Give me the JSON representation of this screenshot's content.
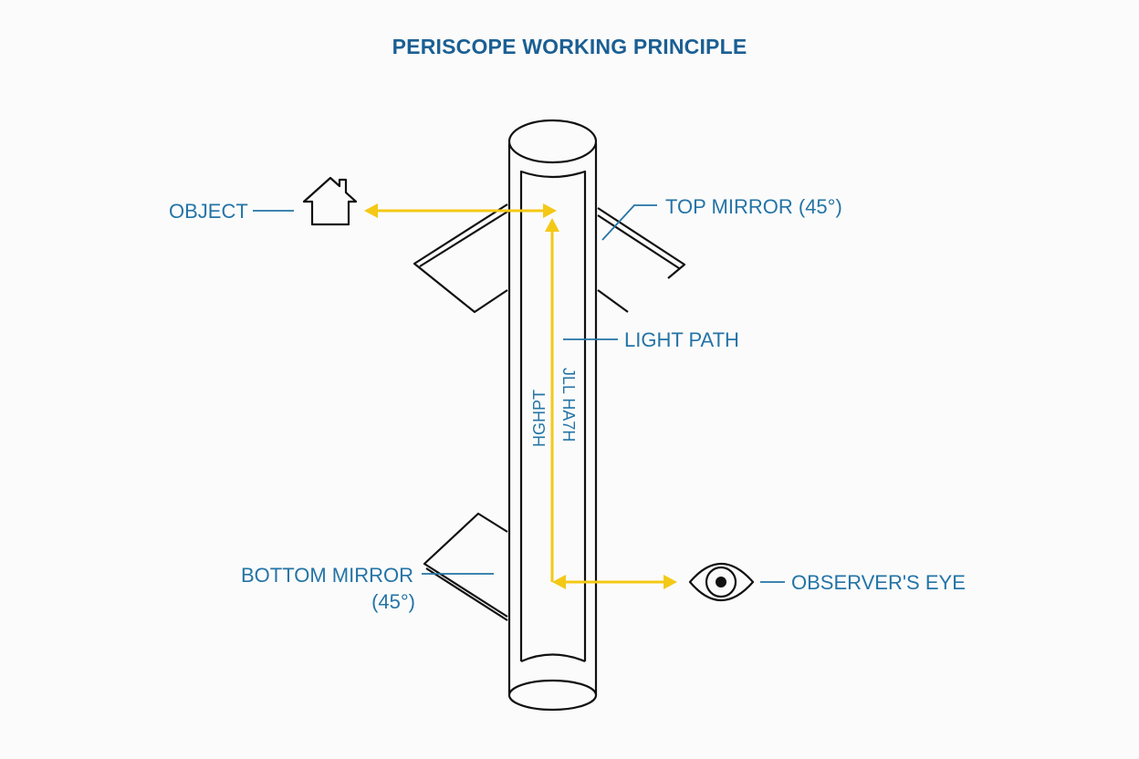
{
  "title": "PERISCOPE WORKING PRINCIPLE",
  "labels": {
    "object": "OBJECT",
    "top_mirror": "TOP MIRROR (45°)",
    "light_path": "LIGHT PATH",
    "bottom_mirror_line1": "BOTTOM MIRROR",
    "bottom_mirror_line2": "(45°)",
    "observer_eye": "OBSERVER'S EYE",
    "vertical_text_left": "HGHPT",
    "vertical_text_right": "JLL HA7H"
  },
  "icons": {
    "object": "house-icon",
    "observer": "eye-icon"
  },
  "colors": {
    "title": "#1b5f93",
    "label": "#2474a6",
    "light_ray": "#f4c816",
    "outline": "#111111"
  }
}
